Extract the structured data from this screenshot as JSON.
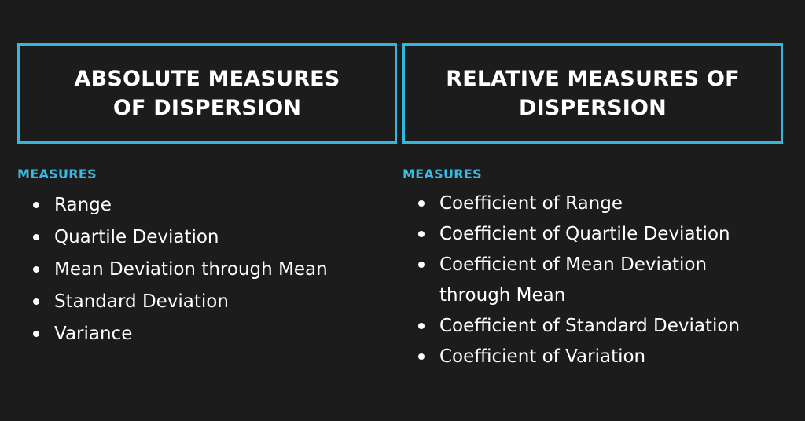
{
  "left": {
    "title_line1": "ABSOLUTE MEASURES",
    "title_line2": "OF DISPERSION",
    "label": "MEASURES",
    "items": [
      "Range",
      "Quartile Deviation",
      "Mean Deviation through Mean",
      "Standard Deviation",
      "Variance"
    ]
  },
  "right": {
    "title_line1": "RELATIVE MEASURES OF",
    "title_line2": "DISPERSION",
    "label": "MEASURES",
    "items": [
      "Coefficient of Range",
      "Coefficient of Quartile Deviation",
      "Coefficient of Mean Deviation through Mean",
      "Coefficient of Standard Deviation",
      "Coefficient of Variation"
    ]
  },
  "colors": {
    "background": "#1c1c1c",
    "accent": "#35b6da",
    "text": "#ffffff"
  }
}
